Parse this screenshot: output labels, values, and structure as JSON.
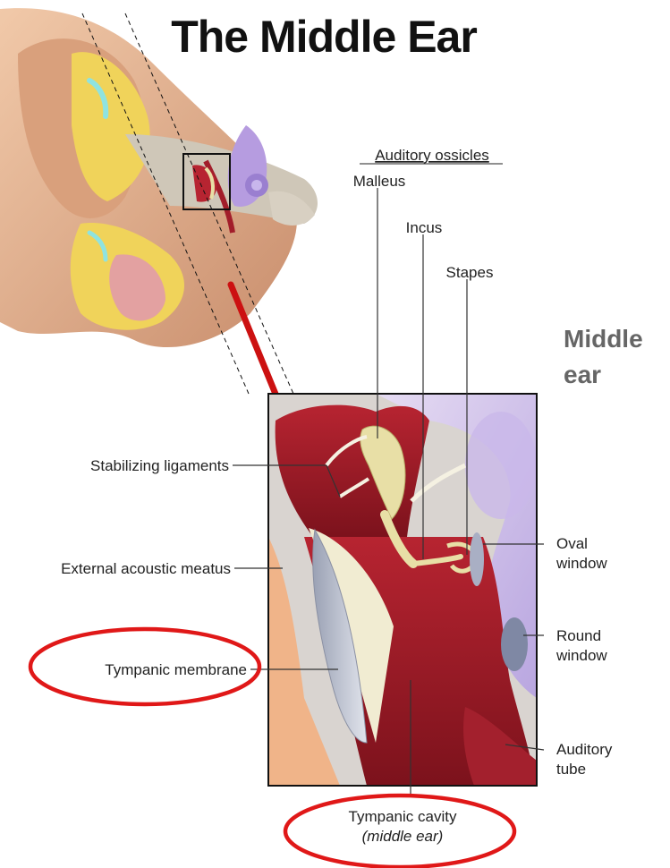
{
  "title": "The Middle Ear",
  "side_label": {
    "line1": "Middle",
    "line2": "ear"
  },
  "labels": {
    "auditory_ossicles": "Auditory ossicles",
    "malleus": "Malleus",
    "incus": "Incus",
    "stapes": "Stapes",
    "stabilizing_ligaments": "Stabilizing ligaments",
    "external_acoustic_meatus": "External acoustic meatus",
    "tympanic_membrane": "Tympanic membrane",
    "oval_window": {
      "line1": "Oval",
      "line2": "window"
    },
    "round_window": {
      "line1": "Round",
      "line2": "window"
    },
    "auditory_tube": {
      "line1": "Auditory",
      "line2": "tube"
    },
    "tympanic_cavity": {
      "line1": "Tympanic cavity",
      "line2": "(middle ear)"
    }
  },
  "colors": {
    "highlight_ellipse": "#e01818",
    "arrow": "#cc1111",
    "cavity_red": "#9e1b24",
    "bone": "#e8dfa6"
  }
}
